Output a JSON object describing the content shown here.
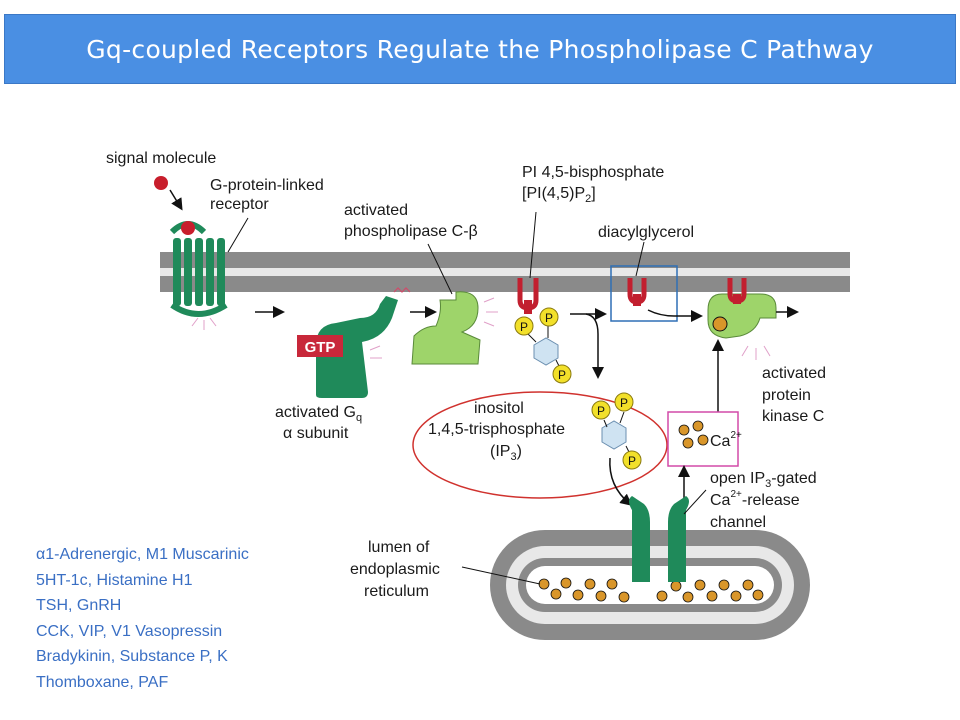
{
  "title": "Gq-coupled Receptors Regulate the Phospholipase C Pathway",
  "labels": {
    "signal_molecule": "signal molecule",
    "receptor_line1": "G-protein-linked",
    "receptor_line2": "receptor",
    "plc_line1": "activated",
    "plc_line2": "phospholipase C-β",
    "pip2_line1": "PI 4,5-bisphosphate",
    "pip2_line2": "[PI(4,5)P",
    "pip2_sub": "2",
    "pip2_close": "]",
    "dag": "diacylglycerol",
    "gtp": "GTP",
    "gq_line1": "activated G",
    "gq_sub": "q",
    "gq_line2": "α subunit",
    "ip3_line1": "inositol",
    "ip3_line2": "1,4,5-trisphosphate",
    "ip3_line3_pre": "(IP",
    "ip3_line3_sub": "3",
    "ip3_line3_post": ")",
    "ca": "Ca",
    "ca_sup": "2+",
    "pkc_line1": "activated",
    "pkc_line2": "protein",
    "pkc_line3": "kinase C",
    "channel_line1_pre": "open IP",
    "channel_line1_sub": "3",
    "channel_line1_post": "-gated",
    "channel_line2_pre": "Ca",
    "channel_line2_sup": "2+",
    "channel_line2_post": "-release",
    "channel_line3": "channel",
    "er_line1": "lumen of",
    "er_line2": "endoplasmic",
    "er_line3": "reticulum",
    "phosphate": "P"
  },
  "receptor_list": [
    "α1-Adrenergic, M1 Muscarinic",
    "5HT-1c,  Histamine H1",
    "TSH, GnRH",
    "CCK,  VIP, V1 Vasopressin",
    "Bradykinin, Substance P, K",
    "Thomboxane, PAF"
  ],
  "colors": {
    "title_bg": "#4a8fe3",
    "receptor_green": "#1f8a5a",
    "plc_green": "#9ed46a",
    "membrane_gray": "#8a8a8a",
    "pip_red": "#c21f2f",
    "phosphate_yellow": "#f2e02a",
    "inositol_blue": "#cfe3f2",
    "calcium_orange": "#d9962a",
    "ellipse_red": "#d0322e",
    "box_blue": "#2f6fb5",
    "box_pink": "#d24aa9",
    "list_text": "#3a6fc4"
  }
}
